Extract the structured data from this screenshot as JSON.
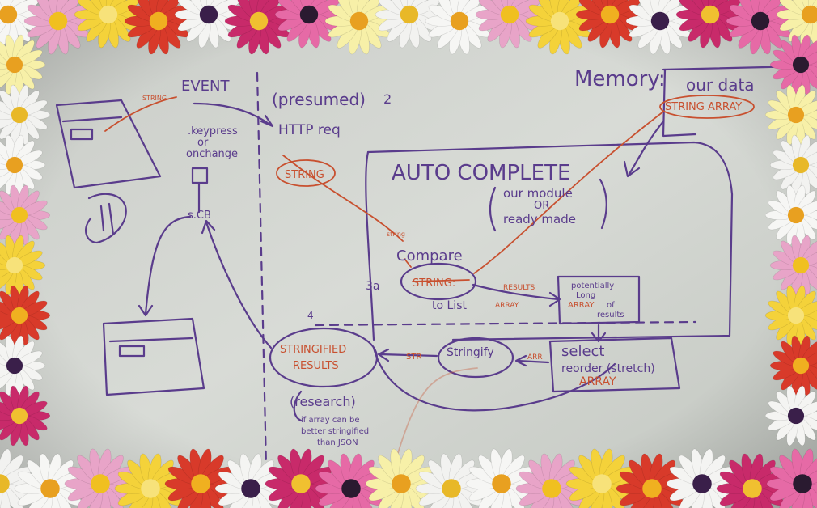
{
  "whiteboard": {
    "left": {
      "string_tag": "STRING",
      "event": "EVENT",
      "event_detail_1": ".keypress",
      "event_detail_2": "or",
      "event_detail_3": "onchange",
      "callback": "s.CB"
    },
    "middle": {
      "presumed": "(presumed)",
      "presumed_mark": "2",
      "http_req": "HTTP req",
      "string": "STRING",
      "string_side": "string",
      "step_4": "4",
      "stringified": "STRINGIFIED",
      "results": "RESULTS",
      "research": "(research)",
      "research_note_1": "if array can be",
      "research_note_2": "better stringified",
      "research_note_3": "than JSON"
    },
    "memory": {
      "label": "Memory:",
      "our_data": "our data",
      "string_array": "STRING ARRAY"
    },
    "autocomplete": {
      "title": "AUTO COMPLETE",
      "sub_1": "our module",
      "sub_2": "OR",
      "sub_3": "ready made",
      "compare": "Compare",
      "step_3a": "3a",
      "compare_string": "STRING:",
      "to_list": "to List",
      "results_label": "RESULTS",
      "array_label": "ARRAY",
      "box_1": "potentially",
      "box_2": "Long",
      "box_3": "ARRAY",
      "box_4": "of",
      "box_5": "results",
      "select": "select",
      "reorder": "reorder (stretch)",
      "array": "ARRAY",
      "stringify": "Stringify",
      "arr": "ARR",
      "str": "STR"
    }
  },
  "colors": {
    "board": "#d4d8d2",
    "ink_purple": "#5a3c8c",
    "ink_red": "#c8502f",
    "frame": "#f2f2f0"
  }
}
